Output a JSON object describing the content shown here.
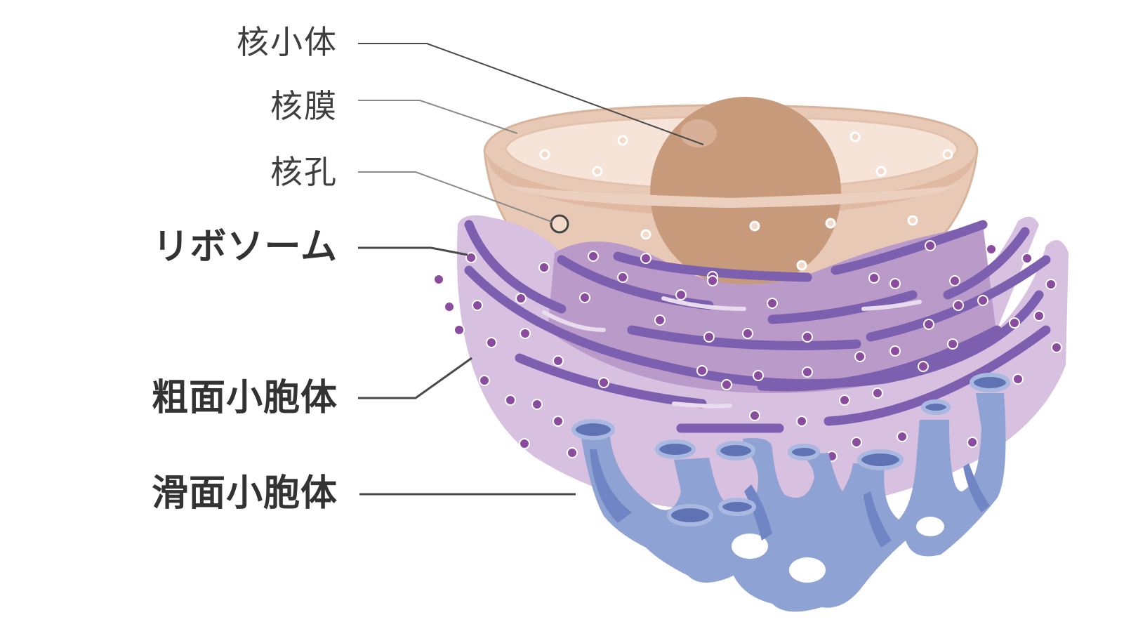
{
  "labels": {
    "nucleolus": "核小体",
    "nuclear_envelope": "核膜",
    "nuclear_pore": "核孔",
    "ribosome": "リボソーム",
    "rough_er": "粗面小胞体",
    "smooth_er": "滑面小胞体"
  },
  "colors": {
    "nucleus_fill": "#edd3c3",
    "nucleus_inner": "#f6e4d9",
    "nucleolus": "#c79a7c",
    "rough_er_fill": "#c9aed6",
    "rough_er_lumen": "#7d5fb0",
    "ribosome": "#8a4c9e",
    "smooth_er_fill": "#8fa2d4",
    "smooth_er_dark": "#5f73b4",
    "leader_line": "#4a4a4a"
  },
  "icons": {
    "nuclear_pore_marker": "circle-outline"
  }
}
